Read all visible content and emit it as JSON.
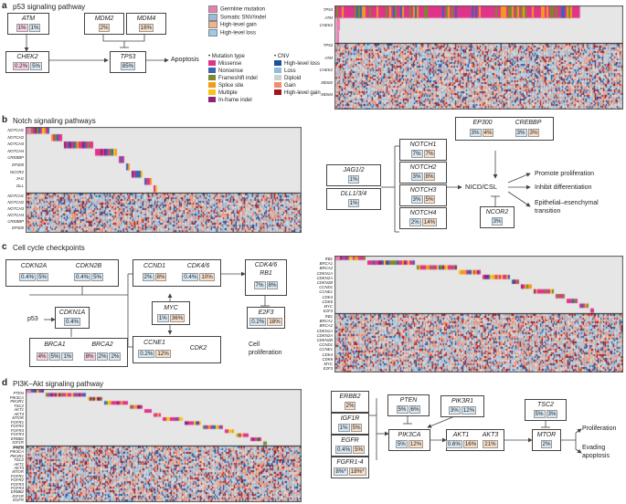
{
  "panel_a": {
    "letter": "a",
    "title": "p53 signaling pathway",
    "genes": [
      {
        "name": "ATM",
        "values": [
          "1%",
          "1%"
        ]
      },
      {
        "name": "MDM2",
        "values": [
          "2%"
        ]
      },
      {
        "name": "MDM4",
        "values": [
          "16%"
        ]
      },
      {
        "name": "CHEK2",
        "values": [
          "0.2%",
          "5%"
        ]
      },
      {
        "name": "TP53",
        "values": [
          "85%"
        ]
      }
    ],
    "outcome": "Apoptosis",
    "legend_top": [
      "Germline mutation",
      "Somatic SNV/indel",
      "High-level gain",
      "High-level loss"
    ],
    "mutation_type_title": "Mutation type",
    "mutation_types": [
      "Missense",
      "Nonsense",
      "Frameshift indel",
      "Splice site",
      "Multiple",
      "In-frame indel"
    ],
    "cnv_title": "CNV",
    "cnv_types": [
      "High-level loss",
      "Loss",
      "Diploid",
      "Gain",
      "High-level gain"
    ],
    "mut_rows": [
      "TP53",
      "ATM",
      "CHEK2"
    ],
    "cnv_rows": [
      "TP53",
      "ATM",
      "CHEK2",
      "MDM2",
      "MDM4"
    ],
    "colors": {
      "germline": "#e87fb4",
      "somatic": "#9fb8d8",
      "high_gain": "#f2b48a",
      "high_loss": "#9ecae8",
      "missense": "#e0338a",
      "nonsense": "#3d62b3",
      "frameshift": "#7a8a2c",
      "splice": "#f29a1f",
      "multiple": "#f5c518",
      "inframe": "#8a2478",
      "cnv_high_loss": "#1f4f9a",
      "cnv_loss": "#8fbde0",
      "cnv_diploid": "#cfcfcf",
      "cnv_gain": "#f28c6b",
      "cnv_high_gain": "#a3141c"
    }
  },
  "panel_b": {
    "letter": "b",
    "title": "Notch signaling pathways",
    "mut_rows": [
      "NOTCH1",
      "NOTCH2",
      "NOTCH3",
      "NOTCH4",
      "CREBBP",
      "EP300",
      "NCOR2",
      "JAG",
      "DLL"
    ],
    "cnv_rows": [
      "NOTCH1",
      "NOTCH2",
      "NOTCH3",
      "NOTCH4",
      "CREBBP",
      "EP300"
    ],
    "genes": [
      {
        "name": "JAG1/2",
        "values": [
          "1%"
        ]
      },
      {
        "name": "DLL1/3/4",
        "values": [
          "1%"
        ]
      },
      {
        "name": "NOTCH1",
        "values": [
          "7%",
          "7%"
        ]
      },
      {
        "name": "NOTCH2",
        "values": [
          "3%",
          "8%"
        ]
      },
      {
        "name": "NOTCH3",
        "values": [
          "3%",
          "5%"
        ]
      },
      {
        "name": "NOTCH4",
        "values": [
          "2%",
          "14%"
        ]
      },
      {
        "name": "EP300",
        "values": [
          "3%",
          "4%"
        ]
      },
      {
        "name": "CREBBP",
        "values": [
          "3%",
          "3%"
        ]
      },
      {
        "name": "NCOR2",
        "values": [
          "3%"
        ]
      }
    ],
    "hub": "NICD/CSL",
    "outcomes": [
      "Promote proliferation",
      "Inhibit differentiation",
      "Epithelial–esenchymal",
      "transition"
    ]
  },
  "panel_c": {
    "letter": "c",
    "title": "Cell cycle checkpoints",
    "genes": [
      {
        "name": "CDKN2A",
        "values": [
          "0.4%",
          "5%"
        ]
      },
      {
        "name": "CDKN2B",
        "values": [
          "0.4%",
          "5%"
        ]
      },
      {
        "name": "CCND1",
        "values": [
          "2%",
          "8%"
        ]
      },
      {
        "name": "CDK4/6",
        "values": [
          "0.4%",
          "10%"
        ]
      },
      {
        "name": "CDKN1A",
        "values": [
          "0.4%"
        ]
      },
      {
        "name": "MYC",
        "values": [
          "1%",
          "36%"
        ]
      },
      {
        "name": "BRCA1",
        "values": [
          "4%",
          "5%",
          "1%"
        ]
      },
      {
        "name": "BRCA2",
        "values": [
          "8%",
          "2%",
          "2%"
        ]
      },
      {
        "name": "CCNE1",
        "values": [
          "0.2%",
          "12%"
        ]
      },
      {
        "name": "CDK2",
        "values": []
      },
      {
        "name": "RB1",
        "values": [
          "7%",
          "8%"
        ]
      },
      {
        "name": "E2F3",
        "values": [
          "0.2%",
          "18%"
        ]
      }
    ],
    "cdk_title": "CDK4/6",
    "input": "p53",
    "outcome_lines": [
      "Cell",
      "proliferation"
    ],
    "mut_rows": [
      "RB1",
      "BRCA1",
      "BRCA2",
      "CDKN1A",
      "CDKN2A",
      "CDKN2B",
      "CCND1",
      "CCNE1",
      "CDK4",
      "CDK6",
      "MYC",
      "E2F3"
    ],
    "cnv_rows": [
      "RB1",
      "BRCA1",
      "BRCA2",
      "CDKN1A",
      "CDKN2A",
      "CDKN2B",
      "CCND1",
      "CCNE1",
      "CDK4",
      "CDK6",
      "MYC",
      "E2F3"
    ]
  },
  "panel_d": {
    "letter": "d",
    "title": "PI3K–Akt signaling pathway",
    "mut_rows": [
      "PTEN",
      "PIK3CA",
      "PIK3R1",
      "TSC2",
      "AKT1",
      "AKT3",
      "MTOR",
      "FGFR1",
      "FGFR2",
      "FGFR3",
      "FGFR4",
      "ERBB2",
      "IGF1R",
      "EGFR"
    ],
    "cnv_rows": [
      "PTEN",
      "PIK3CA",
      "PIK3R1",
      "TSC2",
      "AKT1",
      "AKT3",
      "MTOR",
      "FGFR1",
      "FGFR2",
      "FGFR3",
      "FGFR4",
      "ERBB2",
      "IGF1R",
      "EGFR"
    ],
    "genes": [
      {
        "name": "ERBB2",
        "values": [
          "2%"
        ]
      },
      {
        "name": "IGF1R",
        "values": [
          "1%",
          "5%"
        ]
      },
      {
        "name": "EGFR",
        "values": [
          "0.4%",
          "5%"
        ]
      },
      {
        "name": "FGFR1-4",
        "values": [
          "8%*",
          "18%*"
        ]
      },
      {
        "name": "PTEN",
        "values": [
          "5%",
          "6%"
        ]
      },
      {
        "name": "PIK3R1",
        "values": [
          "3%",
          "12%"
        ]
      },
      {
        "name": "PIK3CA",
        "values": [
          "5%",
          "12%"
        ]
      },
      {
        "name": "AKT1",
        "values": [
          "0.6%",
          "16%"
        ]
      },
      {
        "name": "AKT3",
        "values": [
          "21%"
        ]
      },
      {
        "name": "TSC2",
        "values": [
          "5%",
          "3%"
        ]
      },
      {
        "name": "MTOR",
        "values": [
          "2%"
        ]
      }
    ],
    "outcomes": [
      "Proliferation",
      "Evading",
      "apoptosis"
    ]
  }
}
